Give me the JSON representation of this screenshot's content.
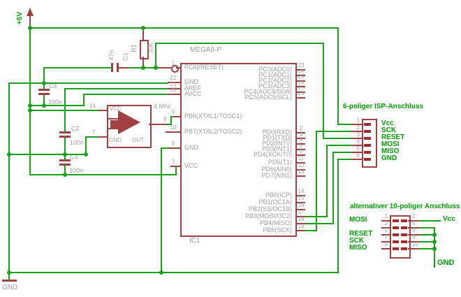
{
  "power": {
    "plus5v": "+5V",
    "gnd": "GND"
  },
  "components": {
    "r1": {
      "ref": "R1",
      "value": "10k"
    },
    "c1": {
      "ref": "C1",
      "value": "47n"
    },
    "c2": {
      "ref": "C2",
      "value": "100n"
    },
    "c3": {
      "ref": "C3",
      "value": "100n"
    },
    "c4": {
      "ref": "C4",
      "value": "100n"
    },
    "oscillator": {
      "label": "4 Mhz",
      "pin_vcc": "VCC",
      "pin_gnd": "GND",
      "pin_out": "OUT",
      "num_vcc": "14",
      "num_gnd": "7",
      "num_out": "8"
    }
  },
  "ic": {
    "name": "MEGA8-P",
    "ref": "IC1",
    "left_pins": [
      {
        "num": "1",
        "name": "PC6(/RESET)"
      },
      {
        "num": "22",
        "name": "GND"
      },
      {
        "num": "21",
        "name": "AREF"
      },
      {
        "num": "20",
        "name": "AVCC"
      },
      {
        "num": "9",
        "name": "PB6(XTAL1/TOSC1)"
      },
      {
        "num": "10",
        "name": "PB7(XTAL2/TOSC2)"
      },
      {
        "num": "8",
        "name": "GND"
      },
      {
        "num": "7",
        "name": "VCC"
      }
    ],
    "right_pins_portc": [
      {
        "num": "23",
        "name": "PC0(ADC0)"
      },
      {
        "num": "24",
        "name": "PC1(ADC1)"
      },
      {
        "num": "25",
        "name": "PC2(ADC2)"
      },
      {
        "num": "26",
        "name": "PC3(ADC3)"
      },
      {
        "num": "27",
        "name": "PC4(ADC4/SDA)"
      },
      {
        "num": "28",
        "name": "PC5(ADC5/SCL)"
      }
    ],
    "right_pins_portd": [
      {
        "num": "2",
        "name": "PD0(RXD)"
      },
      {
        "num": "3",
        "name": "PD1(TXD)"
      },
      {
        "num": "4",
        "name": "PD2(INT0)"
      },
      {
        "num": "5",
        "name": "PD3(INT1)"
      },
      {
        "num": "6",
        "name": "PD4(XCK/T0)"
      },
      {
        "num": "11",
        "name": "PD5(T1)"
      },
      {
        "num": "12",
        "name": "PD6(AIN0)"
      },
      {
        "num": "13",
        "name": "PD7(AIN1)"
      }
    ],
    "right_pins_portb": [
      {
        "num": "14",
        "name": "PB0(ICP)"
      },
      {
        "num": "15",
        "name": "PB1(OC1A)"
      },
      {
        "num": "16",
        "name": "PB2(SS/OC1B)"
      },
      {
        "num": "17",
        "name": "PB3(MOSI/OC2)"
      },
      {
        "num": "18",
        "name": "PB4(MISO)"
      },
      {
        "num": "19",
        "name": "PB5(SCK)"
      }
    ]
  },
  "isp6": {
    "title": "6-poliger ISP-Anschluss",
    "pin_numbers": [
      "1",
      "2",
      "3",
      "4",
      "5",
      "6"
    ],
    "pin_labels": [
      "Vcc",
      "SCK",
      "RESET",
      "MOSI",
      "MISO",
      "GND"
    ]
  },
  "isp10": {
    "title": "alternativer 10-poliger Anschluss",
    "left_numbers": [
      "1",
      "3",
      "5",
      "7",
      "9"
    ],
    "right_numbers": [
      "2",
      "4",
      "6",
      "8",
      "10"
    ],
    "left_labels": [
      "MOSI",
      "",
      "RESET",
      "SCK",
      "MISO"
    ],
    "vcc_label": "Vcc",
    "gnd_label": "GND"
  },
  "colors": {
    "wire_green": "#1aa11a",
    "component_red": "#a04040",
    "pad_red": "#a52a2a",
    "text_grey": "#9c9c9c",
    "text_green": "#00a000"
  }
}
